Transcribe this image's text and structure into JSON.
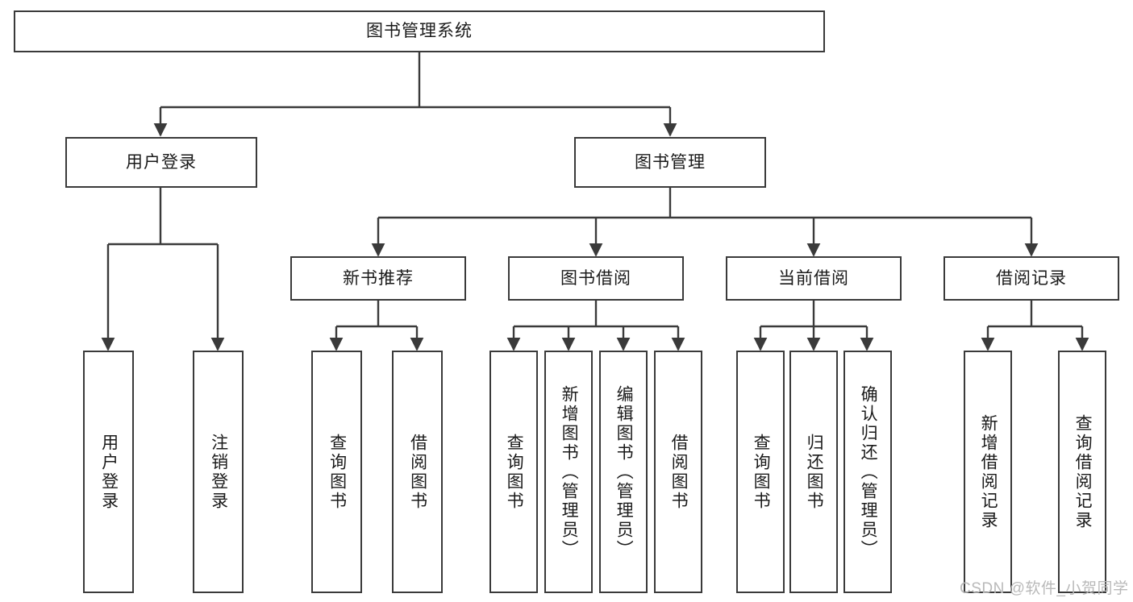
{
  "diagram": {
    "type": "tree-hierarchy",
    "title": "图书管理系统",
    "orientation": "top-down",
    "root": {
      "id": "root",
      "label": "图书管理系统"
    },
    "level2": [
      {
        "id": "user-login",
        "label": "用户登录"
      },
      {
        "id": "book-management",
        "label": "图书管理"
      }
    ],
    "level3": [
      {
        "id": "new-book-recommend",
        "label": "新书推荐",
        "parent": "book-management"
      },
      {
        "id": "book-borrow",
        "label": "图书借阅",
        "parent": "book-management"
      },
      {
        "id": "current-borrow",
        "label": "当前借阅",
        "parent": "book-management"
      },
      {
        "id": "borrow-record",
        "label": "借阅记录",
        "parent": "book-management"
      }
    ],
    "leaves": {
      "user_login": [
        {
          "id": "leaf-user-login",
          "label": "用户登录"
        },
        {
          "id": "leaf-logout-login",
          "label": "注销登录"
        }
      ],
      "new_book_recommend": [
        {
          "id": "leaf-query-book-1",
          "label": "查询图书"
        },
        {
          "id": "leaf-borrow-book-1",
          "label": "借阅图书"
        }
      ],
      "book_borrow": [
        {
          "id": "leaf-query-book-2",
          "label": "查询图书"
        },
        {
          "id": "leaf-add-book",
          "label": "新增图书（管理员）"
        },
        {
          "id": "leaf-edit-book",
          "label": "编辑图书（管理员）"
        },
        {
          "id": "leaf-borrow-book-2",
          "label": "借阅图书"
        }
      ],
      "current_borrow": [
        {
          "id": "leaf-query-book-3",
          "label": "查询图书"
        },
        {
          "id": "leaf-return-book",
          "label": "归还图书"
        },
        {
          "id": "leaf-confirm-return",
          "label": "确认归还（管理员）"
        }
      ],
      "borrow_record": [
        {
          "id": "leaf-add-record",
          "label": "新增借阅记录"
        },
        {
          "id": "leaf-query-record",
          "label": "查询借阅记录"
        }
      ]
    }
  },
  "watermark": {
    "text": "CSDN @软件_小贺同学"
  },
  "colors": {
    "stroke": "#3a3a3a",
    "fill": "#ffffff",
    "text": "#1a1a1a",
    "watermark": "#b9b9b9"
  }
}
